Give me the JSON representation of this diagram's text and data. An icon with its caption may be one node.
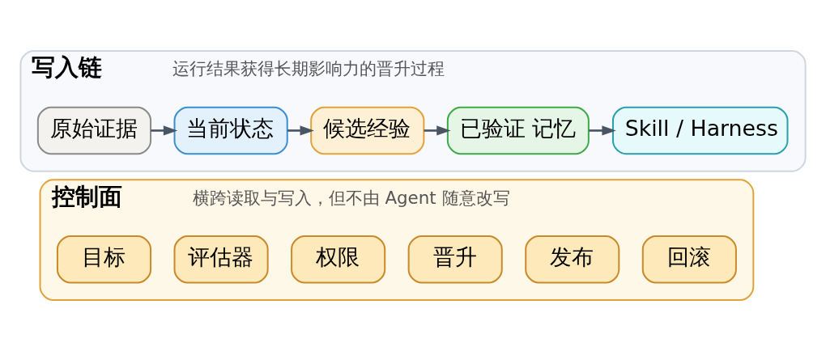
{
  "diagram": {
    "nodes": [
      {
        "text": [
          "写入链",
          "运行结果获得长期影响力的晋升过程"
        ]
      },
      {
        "text": [
          "原始证据"
        ],
        "in": 0
      },
      {
        "text": [
          "当前状态"
        ],
        "in": 0
      },
      {
        "text": [
          "候选经验"
        ],
        "in": 0
      },
      {
        "text": [
          "已验证 记忆"
        ],
        "in": 0
      },
      {
        "text": [
          "Skill / Harness"
        ],
        "in": 0
      },
      {
        "text": [
          "控制面",
          "横跨读取与写入，但不由 Agent 随意改写"
        ]
      },
      {
        "text": [
          "目标"
        ],
        "in": 6
      },
      {
        "text": [
          "评估器"
        ],
        "in": 6
      },
      {
        "text": [
          "权限"
        ],
        "in": 6
      },
      {
        "text": [
          "晋升"
        ],
        "in": 6
      },
      {
        "text": [
          "发布"
        ],
        "in": 6
      },
      {
        "text": [
          "回滚"
        ],
        "in": 6
      }
    ],
    "edges": [
      {
        "from": 1,
        "to": 2,
        "arrow": "to"
      },
      {
        "from": 2,
        "to": 3,
        "arrow": "to"
      },
      {
        "from": 3,
        "to": 4,
        "arrow": "to"
      },
      {
        "from": 4,
        "to": 5,
        "arrow": "to"
      }
    ]
  }
}
